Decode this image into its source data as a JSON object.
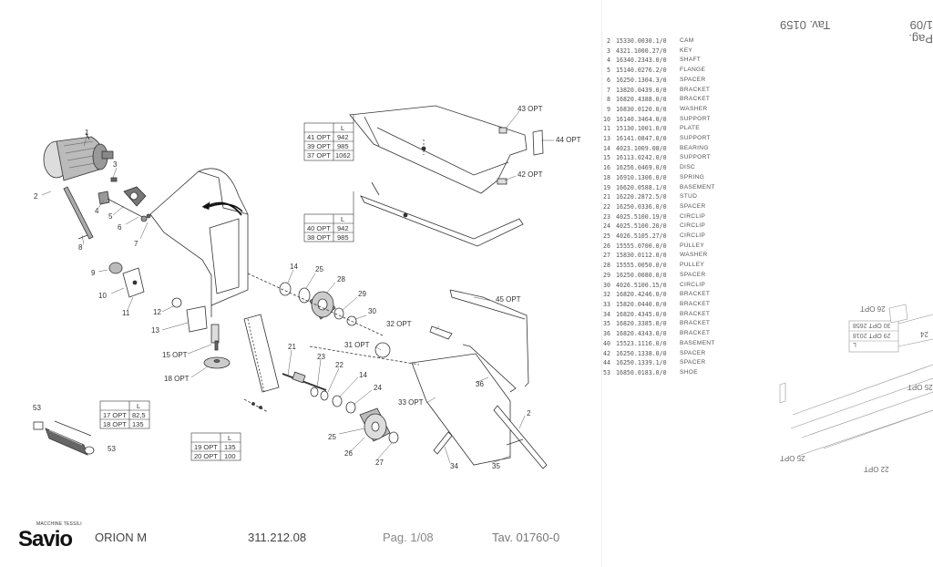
{
  "callouts": {
    "n1": "1",
    "n2": "2",
    "n3": "3",
    "n4": "4",
    "n5": "5",
    "n6": "6",
    "n7": "7",
    "n8": "8",
    "n9": "9",
    "n10": "10",
    "n11": "11",
    "n12": "12",
    "n13": "13",
    "n14": "14",
    "n14b": "14",
    "n15": "15 OPT",
    "n18": "18 OPT",
    "n21": "21",
    "n22": "22",
    "n23": "23",
    "n24": "24",
    "n25": "25",
    "n25b": "25",
    "n26": "26",
    "n27": "27",
    "n28": "28",
    "n29": "29",
    "n30": "30",
    "n31": "31 OPT",
    "n32": "32 OPT",
    "n33": "33 OPT",
    "n34": "34",
    "n35": "35",
    "n36": "36",
    "n2b": "2",
    "n43": "43 OPT",
    "n44": "44 OPT",
    "n42": "42 OPT",
    "n45": "45 OPT",
    "n53": "53",
    "n53b": "53"
  },
  "opt_tables": {
    "t1": {
      "header": "L",
      "rows": [
        [
          "41 OPT",
          "942"
        ],
        [
          "39 OPT",
          "985"
        ],
        [
          "37 OPT",
          "1062"
        ]
      ]
    },
    "t2": {
      "header": "L",
      "rows": [
        [
          "40 OPT",
          "942"
        ],
        [
          "38 OPT",
          "985"
        ]
      ]
    },
    "t3": {
      "header": "L",
      "rows": [
        [
          "17 OPT",
          "82,5"
        ],
        [
          "18 OPT",
          "135"
        ]
      ]
    },
    "t4": {
      "header": "L",
      "rows": [
        [
          "19 OPT",
          "135"
        ],
        [
          "20 OPT",
          "100"
        ]
      ]
    }
  },
  "parts_list": [
    {
      "ref": "",
      "code": "",
      "desc": ""
    },
    {
      "ref": "2",
      "code": "15330.0030.1/0",
      "desc": "CAM"
    },
    {
      "ref": "3",
      "code": "4321.1000.27/0",
      "desc": "KEY"
    },
    {
      "ref": "4",
      "code": "16340.2343.0/0",
      "desc": "SHAFT"
    },
    {
      "ref": "5",
      "code": "15140.0276.2/0",
      "desc": "FLANGE"
    },
    {
      "ref": "6",
      "code": "16250.1304.3/0",
      "desc": "SPACER"
    },
    {
      "ref": "7",
      "code": "13820.0439.0/0",
      "desc": "BRACKET"
    },
    {
      "ref": "8",
      "code": "16820.4388.0/0",
      "desc": "BRACKET"
    },
    {
      "ref": "9",
      "code": "16830.0120.0/0",
      "desc": "WASHER"
    },
    {
      "ref": "10",
      "code": "16140.3464.0/0",
      "desc": "SUPPORT"
    },
    {
      "ref": "11",
      "code": "15130.1001.0/0",
      "desc": "PLATE"
    },
    {
      "ref": "13",
      "code": "16141.0847.0/0",
      "desc": "SUPPORT"
    },
    {
      "ref": "14",
      "code": "4023.1009.08/0",
      "desc": "BEARING"
    },
    {
      "ref": "15",
      "code": "16113.0242.0/0",
      "desc": "SUPPORT"
    },
    {
      "ref": "16",
      "code": "16256.0469.0/0",
      "desc": "DISC"
    },
    {
      "ref": "18",
      "code": "16910.1306.0/0",
      "desc": "SPRING"
    },
    {
      "ref": "19",
      "code": "16620.0588.1/0",
      "desc": "BASEMENT"
    },
    {
      "ref": "21",
      "code": "16220.2872.5/0",
      "desc": "STUD"
    },
    {
      "ref": "22",
      "code": "16250.0336.0/0",
      "desc": "SPACER"
    },
    {
      "ref": "23",
      "code": "4025.5100.19/0",
      "desc": "CIRCLIP"
    },
    {
      "ref": "24",
      "code": "4025.5100.20/0",
      "desc": "CIRCLIP"
    },
    {
      "ref": "25",
      "code": "4026.5105.27/0",
      "desc": "CIRCLIP"
    },
    {
      "ref": "26",
      "code": "15555.0700.0/0",
      "desc": "PULLEY"
    },
    {
      "ref": "27",
      "code": "15830.0112.0/0",
      "desc": "WASHER"
    },
    {
      "ref": "28",
      "code": "15555.0050.0/0",
      "desc": "PULLEY"
    },
    {
      "ref": "29",
      "code": "16250.0080.0/0",
      "desc": "SPACER"
    },
    {
      "ref": "30",
      "code": "4026.5100.15/0",
      "desc": "CIRCLIP"
    },
    {
      "ref": "32",
      "code": "16820.4246.0/0",
      "desc": "BRACKET"
    },
    {
      "ref": "33",
      "code": "15820.0440.0/0",
      "desc": "BRACKET"
    },
    {
      "ref": "34",
      "code": "16820.4345.0/0",
      "desc": "BRACKET"
    },
    {
      "ref": "35",
      "code": "16820.3385.0/0",
      "desc": "BRACKET"
    },
    {
      "ref": "36",
      "code": "16820.4343.0/0",
      "desc": "BRACKET"
    },
    {
      "ref": "40",
      "code": "15523.1116.0/0",
      "desc": "BASEMENT"
    },
    {
      "ref": "42",
      "code": "16250.1338.0/0",
      "desc": "SPACER"
    },
    {
      "ref": "44",
      "code": "16250.1339.1/0",
      "desc": "SPACER"
    },
    {
      "ref": "53",
      "code": "16850.0183.0/0",
      "desc": "SHOE"
    }
  ],
  "footer": {
    "brand": "Savio",
    "brand_tag": "MACCHINE TESSILI",
    "model": "ORION M",
    "drawing_no": "311.212.08",
    "page": "Pag. 1/08",
    "table": "Tav. 01760-0"
  },
  "mirrored": {
    "top_a": "Tav. 0159",
    "top_b": "Pag. 1/09",
    "box_1": "30 OPT 2658",
    "box_2": "29 OPT 2018",
    "box_3": "L",
    "c26": "26 OPT",
    "c25": "25 OPT",
    "c25b": "25 OPT",
    "c22": "22 OPT",
    "c24": "24"
  }
}
